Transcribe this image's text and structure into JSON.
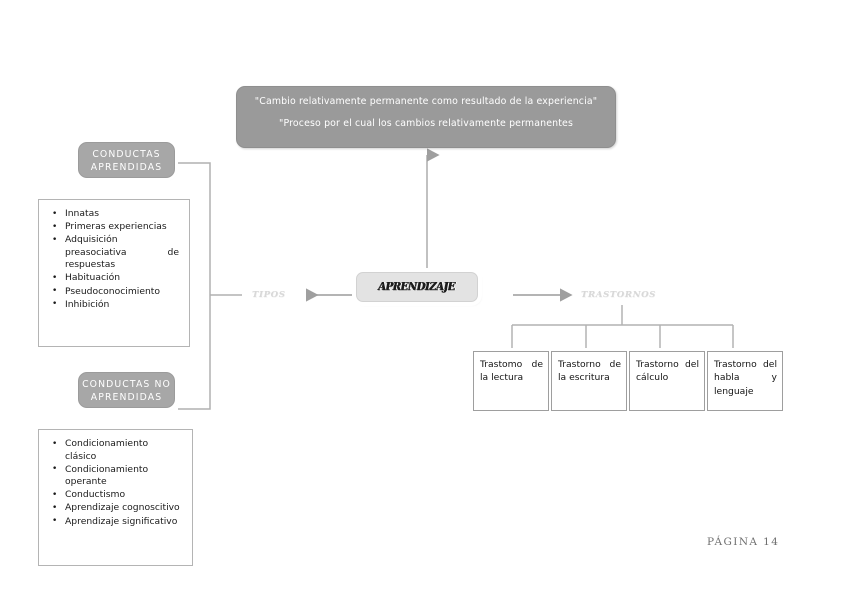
{
  "definition": {
    "line1": "\"Cambio relativamente permanente como resultado de la experiencia\"",
    "line2": "\"Proceso por el cual los cambios relativamente permanentes"
  },
  "center": {
    "label": "APRENDIZAJE"
  },
  "branches": {
    "tipos": "TIPOS",
    "trastornos": "TRASTORNOS"
  },
  "chips": {
    "learned": "CONDUCTAS APRENDIDAS",
    "not_learned": "CONDUCTAS NO APRENDIDAS"
  },
  "innate_list": {
    "items": [
      "Innatas",
      "Primeras experiencias",
      "Adquisición preasociativa de respuestas",
      "Habituación",
      "Pseudoconocimiento",
      "Inhibición"
    ]
  },
  "learned_list": {
    "items": [
      "Condicionamiento clásico",
      "Condicionamiento operante",
      "Conductismo",
      "Aprendizaje cognoscitivo",
      "Aprendizaje significativo"
    ]
  },
  "disorders": [
    "Trastomo de la lectura",
    "Trastorno de la escritura",
    "Trastorno del cálculo",
    "Trastorno del habla y lenguaje"
  ],
  "footer": {
    "page_label": "PÁGINA  14"
  },
  "colors": {
    "definition_fill": "#9a9a9a",
    "chip_fill": "#a7a7a7",
    "center_fill": "#e3e3e3",
    "connector": "#b0b0b0",
    "caption": "#d8d8d8",
    "footer_text": "#6f6f6f"
  }
}
